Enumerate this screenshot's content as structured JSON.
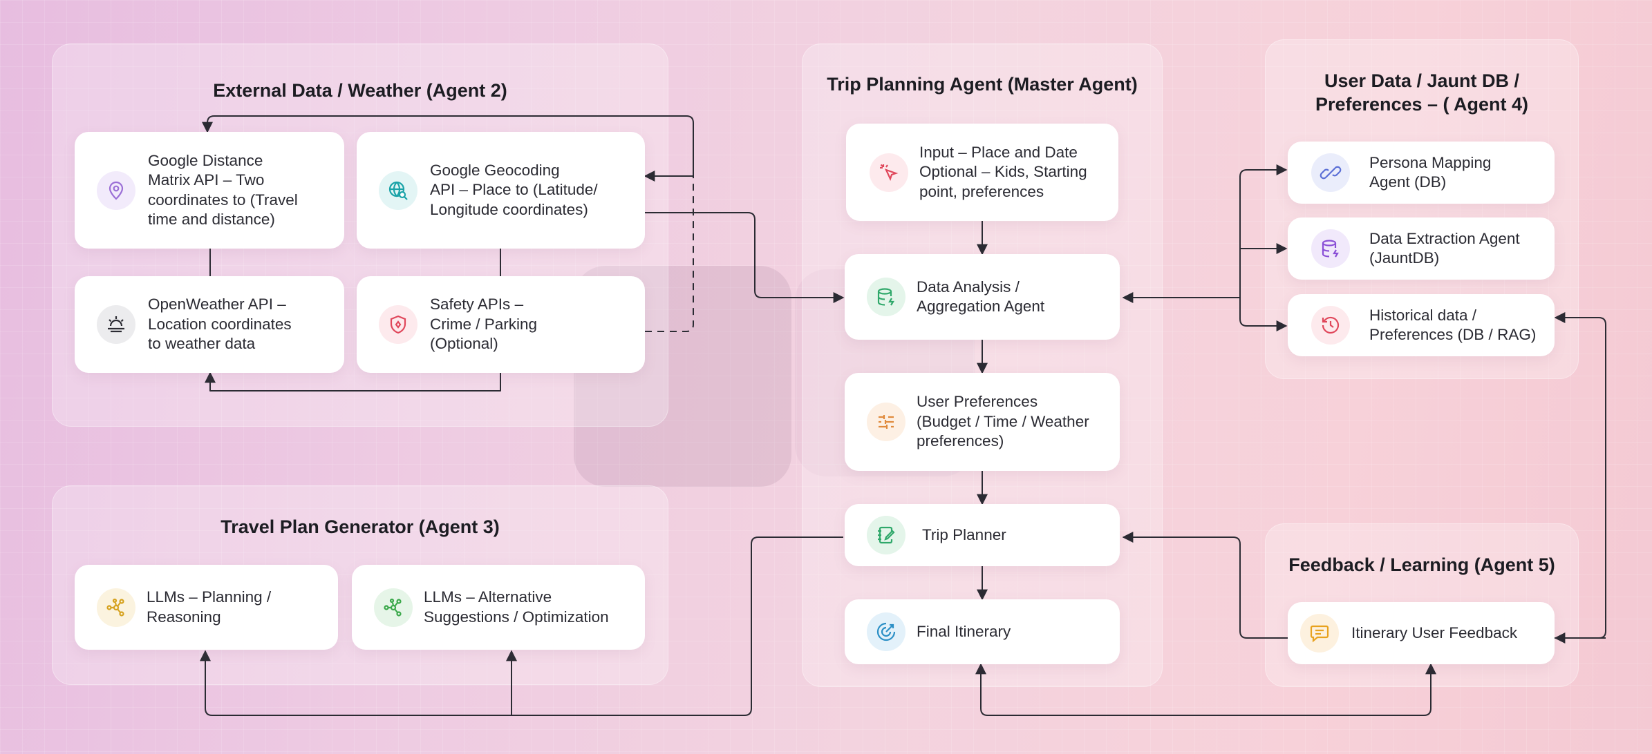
{
  "panels": {
    "external": {
      "title": "External Data / Weather (Agent 2)"
    },
    "master": {
      "title": "Trip Planning Agent (Master Agent)"
    },
    "user_data": {
      "title": "User Data / Jaunt DB /\nPreferences – ( Agent 4)"
    },
    "generator": {
      "title": "Travel Plan Generator (Agent 3)"
    },
    "feedback": {
      "title": "Feedback / Learning (Agent 5)"
    }
  },
  "nodes": {
    "google_distance": {
      "label": "Google Distance\nMatrix API – Two\ncoordinates to (Travel\ntime and distance)",
      "icon": "location-pin-icon",
      "color": "#9b6fd6"
    },
    "google_geocoding": {
      "label": "Google Geocoding\nAPI – Place to (Latitude/\nLongitude coordinates)",
      "icon": "globe-search-icon",
      "color": "#1aa3a8"
    },
    "openweather": {
      "label": "OpenWeather API –\nLocation coordinates\nto weather data",
      "icon": "sunset-icon",
      "color": "#2b2b33"
    },
    "safety": {
      "label": "Safety APIs –\nCrime / Parking\n(Optional)",
      "icon": "shield-icon",
      "color": "#e0475b"
    },
    "input": {
      "label": "Input – Place and Date\nOptional – Kids, Starting\npoint, preferences",
      "icon": "cursor-click-icon",
      "color": "#e0475b"
    },
    "data_analysis": {
      "label": "Data Analysis /\nAggregation Agent",
      "icon": "database-bolt-icon",
      "color": "#2fa86a"
    },
    "user_prefs": {
      "label": "User Preferences\n(Budget / Time / Weather\npreferences)",
      "icon": "sliders-icon",
      "color": "#e08a3c"
    },
    "trip_planner": {
      "label": "Trip Planner",
      "icon": "notebook-pen-icon",
      "color": "#2fa86a"
    },
    "final_itinerary": {
      "label": "Final Itinerary",
      "icon": "target-arrow-icon",
      "color": "#2b8fc6"
    },
    "persona": {
      "label": "Persona Mapping\nAgent (DB)",
      "icon": "link-icon",
      "color": "#5b6fd6"
    },
    "extraction": {
      "label": "Data Extraction Agent\n(JauntDB)",
      "icon": "database-bolt-icon",
      "color": "#8a4fd6"
    },
    "historical": {
      "label": "Historical data /\nPreferences (DB / RAG)",
      "icon": "history-icon",
      "color": "#e0475b"
    },
    "llm_planning": {
      "label": "LLMs – Planning /\nReasoning",
      "icon": "network-icon",
      "color": "#d6a21f"
    },
    "llm_alt": {
      "label": "LLMs – Alternative\nSuggestions / Optimization",
      "icon": "network-icon",
      "color": "#3aa84a"
    },
    "itinerary_feedback": {
      "label": "Itinerary User Feedback",
      "icon": "message-icon",
      "color": "#e8a21f"
    }
  }
}
